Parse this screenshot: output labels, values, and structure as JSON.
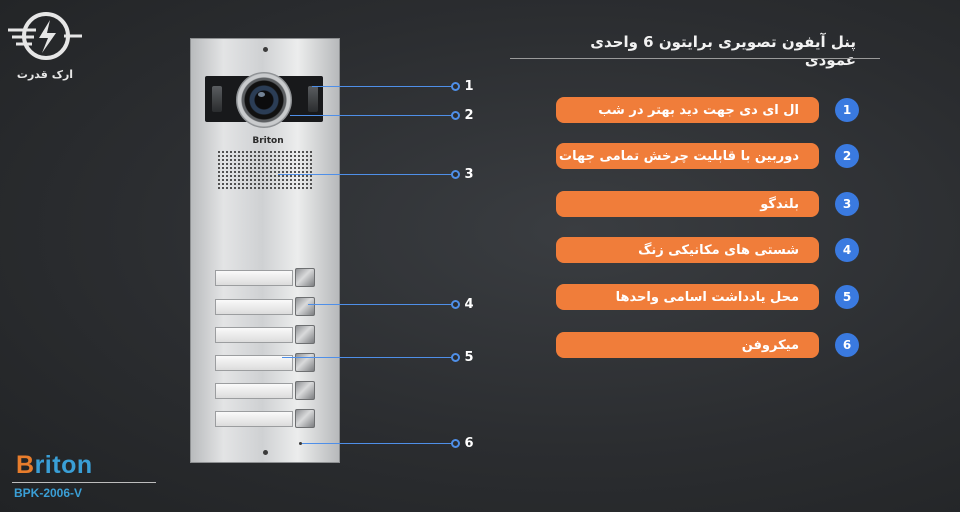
{
  "brand": {
    "top_logo_text": "ارک قدرت",
    "bottom_brand_initial": "B",
    "bottom_brand_rest": "riton",
    "model": "BPK-2006-V"
  },
  "title": "پنل آیفون تصویری برایتون 6 واحدی عمودی",
  "panel": {
    "brand_label": "Briton"
  },
  "callouts": [
    "1",
    "2",
    "3",
    "4",
    "5",
    "6"
  ],
  "features": [
    {
      "number": "1",
      "label": "ال ای دی جهت دید بهتر در شب"
    },
    {
      "number": "2",
      "label": "دوربین با قابلیت چرخش تمامی جهات"
    },
    {
      "number": "3",
      "label": "بلندگو"
    },
    {
      "number": "4",
      "label": "شستی های مکانیکی زنگ"
    },
    {
      "number": "5",
      "label": "محل یادداشت اسامی واحدها"
    },
    {
      "number": "6",
      "label": "میکروفن"
    }
  ],
  "colors": {
    "pill": "#f07d3a",
    "badge": "#3a7ae0",
    "callout": "#4f8fe8",
    "brand_blue": "#3a9fd6"
  }
}
